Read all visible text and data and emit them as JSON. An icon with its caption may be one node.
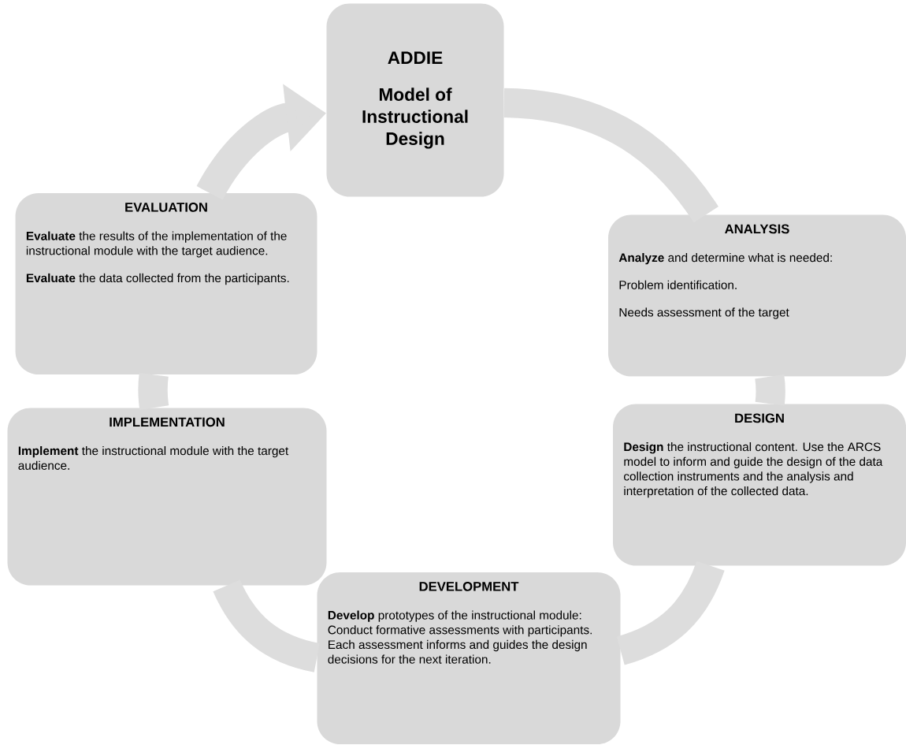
{
  "diagram": {
    "nodes": [
      {
        "text": [
          "ADDIE",
          "Model of Instructional Design"
        ]
      },
      {
        "text": [
          "ANALYSIS",
          "**Analyze** and determine what is needed:",
          "Problem identification.",
          "Needs assessment of the target"
        ]
      },
      {
        "text": [
          "DESIGN",
          "**Design** the instructional content. Use the ARCS model to inform and guide the design of the data collection instruments and the analysis and interpretation of the collected data."
        ]
      },
      {
        "text": [
          "DEVELOPMENT",
          "**Develop** prototypes of the instructional module:",
          "Conduct formative assessments with participants.",
          "Each assessment informs and guides the design decisions for the next iteration."
        ]
      },
      {
        "text": [
          "IMPLEMENTATION",
          "**Implement** the instructional module with the target audience."
        ]
      },
      {
        "text": [
          "EVALUATION",
          "**Evaluate** the results of the implementation of the instructional module with the target audience.",
          "**Evaluate** the data collected from the participants."
        ]
      }
    ],
    "edges": [
      {
        "from": 0,
        "to": 1,
        "arrow": "none"
      },
      {
        "from": 1,
        "to": 2,
        "arrow": "none"
      },
      {
        "from": 2,
        "to": 3,
        "arrow": "none"
      },
      {
        "from": 3,
        "to": 4,
        "arrow": "none"
      },
      {
        "from": 4,
        "to": 5,
        "arrow": "none"
      },
      {
        "from": 5,
        "to": 0,
        "arrow": "to"
      }
    ]
  }
}
